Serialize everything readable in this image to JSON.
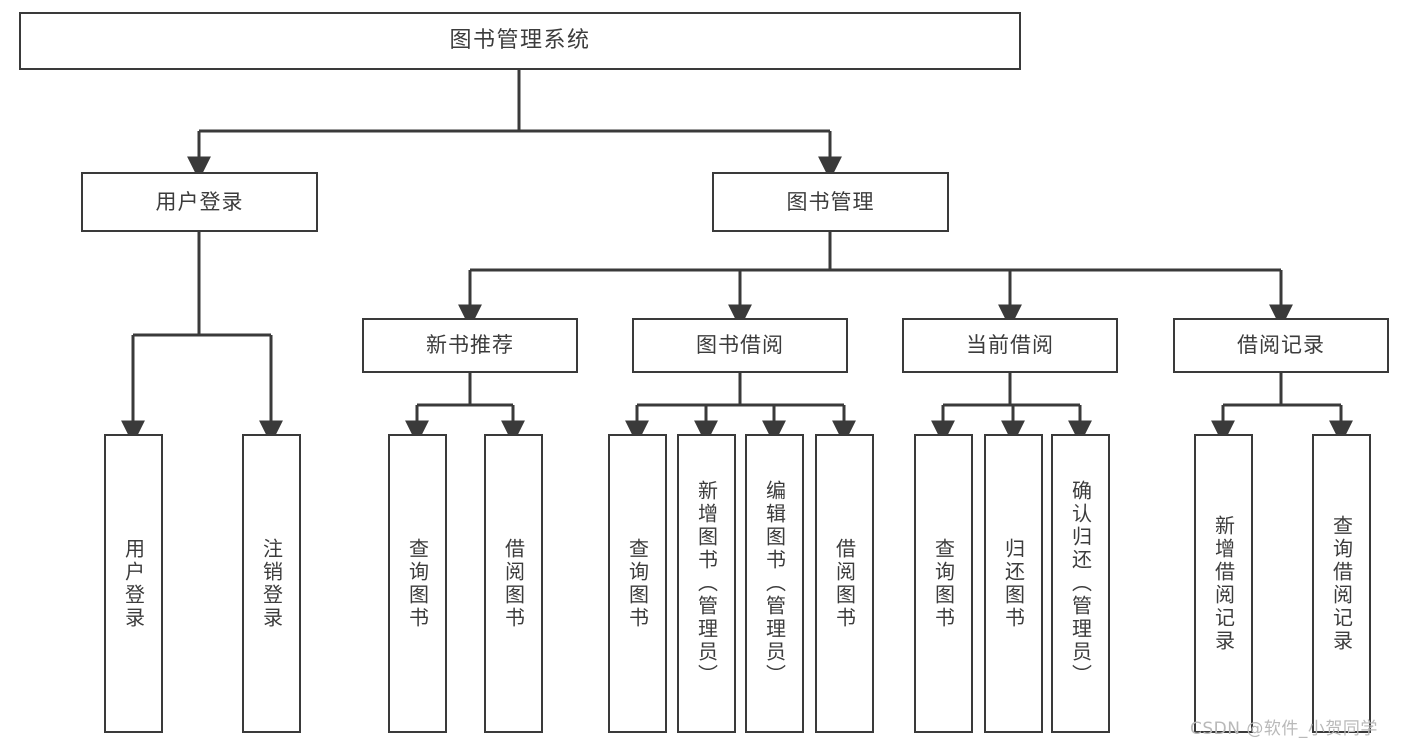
{
  "diagram": {
    "title": "图书管理系统",
    "colors": {
      "background": "#ffffff",
      "box_border": "#3a3a3a",
      "box_fill": "#ffffff",
      "text": "#3c3c3c",
      "connector": "#3a3a3a",
      "watermark": "#b9b9b9"
    },
    "watermark": "CSDN @软件_小贺同学",
    "levels": {
      "root": {
        "label": "图书管理系统"
      },
      "level2": [
        {
          "label": "用户登录"
        },
        {
          "label": "图书管理"
        }
      ],
      "level3": [
        {
          "label": "新书推荐"
        },
        {
          "label": "图书借阅"
        },
        {
          "label": "当前借阅"
        },
        {
          "label": "借阅记录"
        }
      ],
      "leaves": {
        "user_login": [
          {
            "label": "用户登录"
          },
          {
            "label": "注销登录"
          }
        ],
        "new_book_recommend": [
          {
            "label": "查询图书"
          },
          {
            "label": "借阅图书"
          }
        ],
        "book_borrow": [
          {
            "label": "查询图书"
          },
          {
            "label": "新增图书（管理员）"
          },
          {
            "label": "编辑图书（管理员）"
          },
          {
            "label": "借阅图书"
          }
        ],
        "current_borrow": [
          {
            "label": "查询图书"
          },
          {
            "label": "归还图书"
          },
          {
            "label": "确认归还（管理员）"
          }
        ],
        "borrow_record": [
          {
            "label": "新增借阅记录"
          },
          {
            "label": "查询借阅记录"
          }
        ]
      }
    }
  }
}
